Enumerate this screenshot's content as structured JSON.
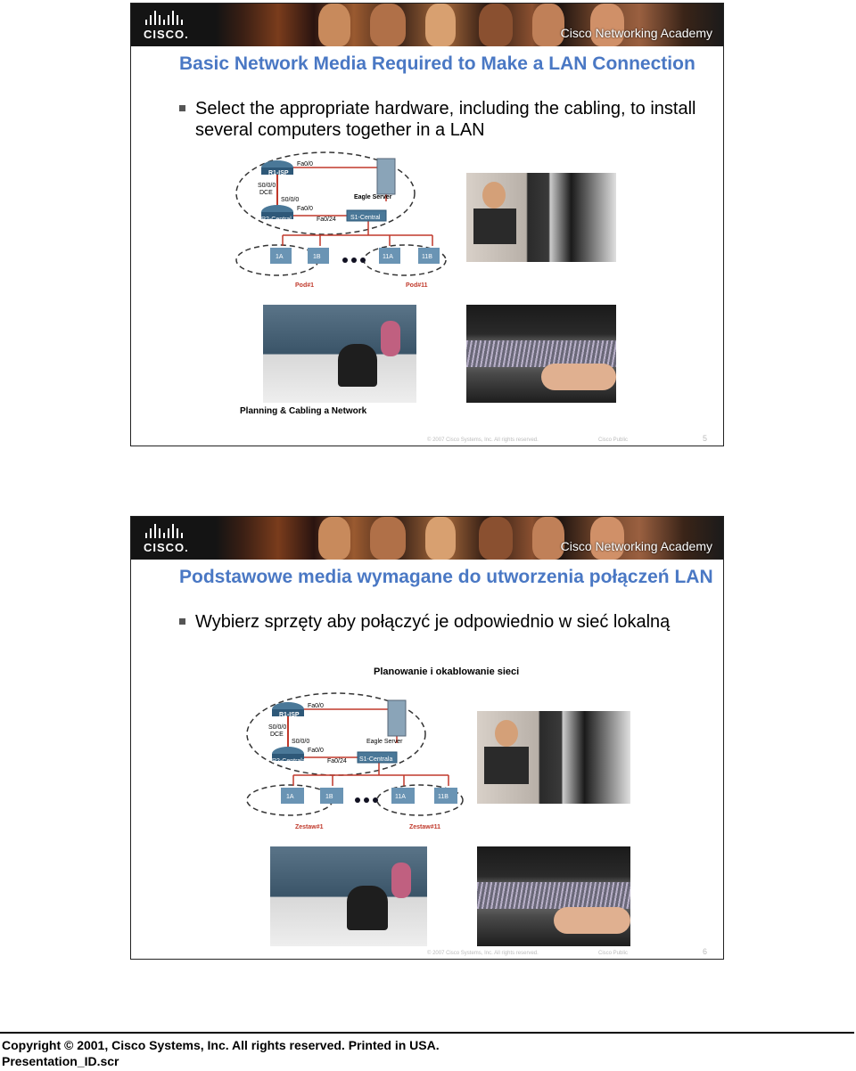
{
  "brand": {
    "logo_text": "CISCO.",
    "academy_text": "Cisco Networking Academy",
    "accent_color": "#4a78c4"
  },
  "slides": [
    {
      "title": "Basic Network Media Required to Make a LAN Connection",
      "bullet": "Select the appropriate hardware, including the cabling, to install several computers together in a LAN",
      "diagram": {
        "router_top": "R1-ISP",
        "fa00": "Fa0/0",
        "s000_dce": "S0/0/0",
        "dce": "DCE",
        "s000": "S0/0/0",
        "fa00_b": "Fa0/0",
        "router_bottom": "R2-Central",
        "fa024": "Fa0/24",
        "switch": "S1-Central",
        "server": "Eagle Server",
        "pc1": "1A",
        "pc2": "1B",
        "pc3": "11A",
        "pc4": "11B",
        "pod_left": "Pod#1",
        "pod_right": "Pod#11"
      },
      "caption": "Planning & Cabling a Network",
      "footer_copyright": "© 2007 Cisco Systems, Inc. All rights reserved.",
      "footer_class": "Cisco Public",
      "page_number": "5"
    },
    {
      "title": "Podstawowe media wymagane do utworzenia połączeń LAN",
      "bullet": "Wybierz sprzęty aby połączyć je odpowiednio w sieć lokalną",
      "caption": "Planowanie i okablowanie sieci",
      "diagram": {
        "router_top": "R1-ISP",
        "fa00": "Fa0/0",
        "s000_dce": "S0/0/0",
        "dce": "DCE",
        "s000": "S0/0/0",
        "fa00_b": "Fa0/0",
        "router_bottom": "R2-Centrala",
        "fa024": "Fa0/24",
        "switch": "S1-Centrala",
        "server": "Eagle Server",
        "pc1": "1A",
        "pc2": "1B",
        "pc3": "11A",
        "pc4": "11B",
        "pod_left": "Zestaw#1",
        "pod_right": "Zestaw#11"
      },
      "footer_copyright": "© 2007 Cisco Systems, Inc. All rights reserved.",
      "footer_class": "Cisco Public",
      "page_number": "6"
    }
  ],
  "page_footer": {
    "line1": "Copyright © 2001, Cisco Systems, Inc. All rights reserved. Printed in USA.",
    "line2": "Presentation_ID.scr"
  }
}
